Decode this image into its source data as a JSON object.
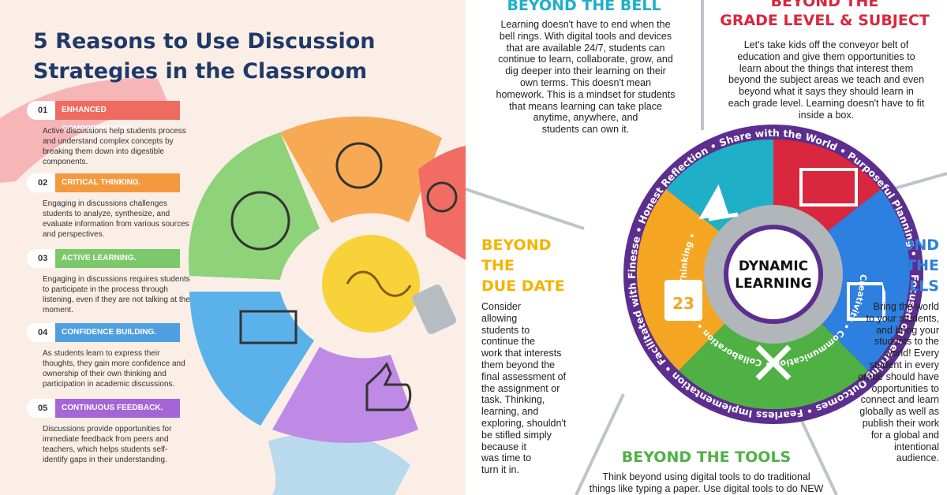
{
  "left_panel": {
    "title": "5 Reasons to Use Discussion Strategies in the Classroom",
    "reasons": [
      {
        "num": "01",
        "label": "ENHANCED COMPREHENSION.",
        "text": "Active discussions help students process and understand complex concepts by breaking them down into digestible components.",
        "color": "#f06b5f"
      },
      {
        "num": "02",
        "label": "CRITICAL THINKING.",
        "text": "Engaging in discussions challenges students to analyze, synthesize, and evaluate information from various sources and perspectives.",
        "color": "#f49a3e"
      },
      {
        "num": "03",
        "label": "ACTIVE LEARNING.",
        "text": "Engaging in discussions requires students to participate in the process through listening, even if they are not talking at the moment.",
        "color": "#7cc96b"
      },
      {
        "num": "04",
        "label": "CONFIDENCE BUILDING.",
        "text": "As students learn to express their thoughts, they gain more confidence and ownership of their own thinking and participation in academic discussions.",
        "color": "#4f9fe0"
      },
      {
        "num": "05",
        "label": "CONTINUOUS FEEDBACK.",
        "text": "Discussions provide opportunities for immediate feedback from peers and teachers, which helps students self-identify gaps in their understanding.",
        "color": "#a565d6"
      }
    ]
  },
  "right_panel": {
    "bell": {
      "title": "BEYOND THE BELL",
      "lines": [
        "Learning doesn't have to end when the",
        "bell rings. With digital tools and devices",
        "that are available 24/7, students can",
        "continue to learn, collaborate, grow, and",
        "dig deeper into their learning on their",
        "own terms. This doesn't mean",
        "homework. This is a mindset for students",
        "that means learning can take place",
        "anytime, anywhere, and",
        "students can own it."
      ]
    },
    "grade": {
      "title_line1": "BEYOND THE",
      "title_line2": "GRADE LEVEL & SUBJECT",
      "lines": [
        "Let's take kids off the conveyor belt of",
        "education and give them opportunities to",
        "learn about the things that interest them",
        "beyond the subject areas we teach and even",
        "beyond what it says they should learn in",
        "each grade level. Learning doesn't have to fit",
        "inside a box."
      ]
    },
    "due_date": {
      "title_lines": [
        "BEYOND",
        "THE",
        "DUE DATE"
      ],
      "lines": [
        "Consider",
        "allowing",
        "students to",
        "continue the",
        "work that interests",
        "them beyond the",
        "final assessment of",
        "the assignment or",
        "task. Thinking,",
        "learning, and",
        "exploring, shouldn't",
        "be stifled simply",
        "because it",
        "was time to",
        "turn it in."
      ]
    },
    "walls": {
      "title_lines": [
        "BEYOND",
        "THE",
        "WALLS"
      ],
      "lines": [
        "Bring the world",
        "to your students,",
        "and bring your",
        "students to the",
        "world! Every",
        "student in every",
        "grade should have",
        "opportunities to",
        "connect and learn",
        "globally as well as",
        "publish their work",
        "for a global and",
        "intentional",
        "audience."
      ]
    },
    "tools": {
      "title": "BEYOND THE TOOLS",
      "lines": [
        "Think beyond using digital tools to do traditional",
        "things like typing a paper. Use digital tools to do NEW"
      ]
    },
    "wheel": {
      "center_line1": "DYNAMIC",
      "center_line2": "LEARNING",
      "ring_text": "Focused on Learning Outcomes • Fearless Implementation • Facilitated with Finesse • Honest Reflection • Share with the World • Purposeful Planning •",
      "inner_text": "Creativity • Communication • Collaboration • Critical Thinking •",
      "calendar_number": "23"
    }
  }
}
